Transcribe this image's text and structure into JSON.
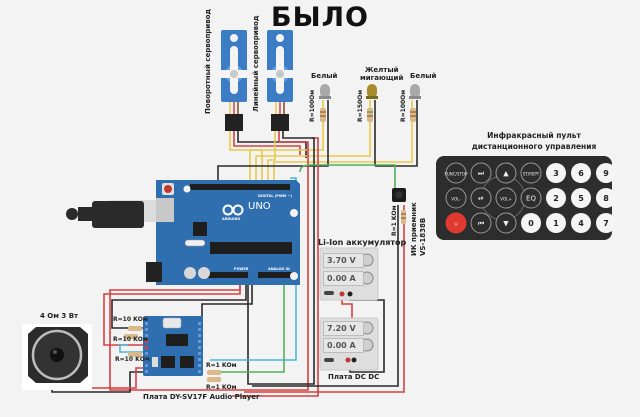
{
  "title": "БЫЛО",
  "servos": [
    {
      "label": "Поворотный сервопривод"
    },
    {
      "label": "Линейный сервопривод"
    }
  ],
  "leds": [
    {
      "label": "Белый",
      "color": "#a9a9a9",
      "resistor": "R=100Ом"
    },
    {
      "label": "Желтый мигающий",
      "label_line1": "Желтый",
      "label_line2": "мигающий",
      "color": "#a88c2a",
      "resistor": "R=150Ом"
    },
    {
      "label": "Белый",
      "color": "#a9a9a9",
      "resistor": "R=100Ом"
    }
  ],
  "remote": {
    "title_line1": "Инфракрасный пульт",
    "title_line2": "дистанционного управления",
    "dark_buttons": [
      "FUNC/STOP",
      "⏭",
      "▲",
      "ST/REPT",
      "VOL-",
      "⏯",
      "VOL+",
      "EQ",
      "power",
      "⏮",
      "▼",
      "0"
    ],
    "number_buttons": [
      "3",
      "6",
      "9",
      "2",
      "5",
      "8",
      "0",
      "1",
      "4",
      "7"
    ]
  },
  "ir_receiver": {
    "label_line1": "ИК приемник",
    "label_line2": "VS-1838B",
    "resistor": "R=1 KОм"
  },
  "arduino": {
    "brand": "ARDUINO",
    "model": "UNO",
    "digital_label": "DIGITAL (PWM ~)",
    "power_label": "POWER",
    "analog_label": "ANALOG IN"
  },
  "battery": {
    "label": "Li-Ion аккумулятор",
    "voltage": "3.70 V",
    "current": "0.00 A"
  },
  "dcdc": {
    "label": "Плата DC DC",
    "voltage": "7.20 V",
    "current": "0.00 A"
  },
  "speaker": {
    "label": "4 Ом 3 Вт"
  },
  "audio_player": {
    "label": "Плата DY-SV17F Audio Player",
    "resistors": [
      "R=10 KОм",
      "R=10 KОм",
      "R=10 KОм"
    ],
    "uart_resistors": [
      "R=1 KОм",
      "R=1 KОм"
    ]
  },
  "colors": {
    "arduino_blue": "#2f6fb0",
    "servo_blue": "#3b7cc4",
    "wire_yellow": "#e9c94a",
    "wire_red": "#d64040",
    "wire_black": "#2a2a2a",
    "wire_green": "#55b05a",
    "wire_cyan": "#48b8dc",
    "remote_bg": "#2d2d2d",
    "power_red": "#e03a2f"
  }
}
